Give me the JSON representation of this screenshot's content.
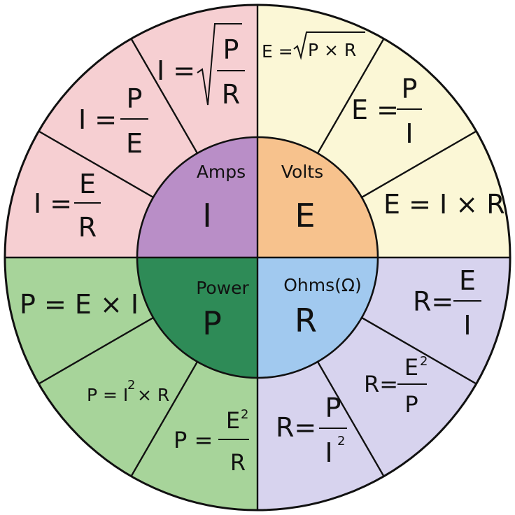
{
  "colors": {
    "amps_outer": "#f6cfd2",
    "volts_outer": "#fbf7d6",
    "power_outer": "#a7d49a",
    "ohms_outer": "#d7d3ee",
    "amps_inner": "#b98ec7",
    "volts_inner": "#f7c28d",
    "power_inner": "#2e8b57",
    "ohms_inner": "#a1c9ef"
  },
  "quadrants": {
    "amps": {
      "label": "Amps",
      "symbol": "I"
    },
    "volts": {
      "label": "Volts",
      "symbol": "E"
    },
    "power": {
      "label": "Power",
      "symbol": "P"
    },
    "ohms": {
      "label": "Ohms(Ω)",
      "symbol": "R"
    }
  },
  "formulas": {
    "i_sqrt": {
      "lhs": "I =",
      "num": "P",
      "den": "R"
    },
    "i_pe": {
      "lhs": "I =",
      "num": "P",
      "den": "E"
    },
    "i_er": {
      "lhs": "I =",
      "num": "E",
      "den": "R"
    },
    "e_sqrt": {
      "lhs": "E =",
      "radicand": "P × R"
    },
    "e_pi": {
      "lhs": "E =",
      "num": "P",
      "den": "I"
    },
    "e_ir": {
      "text": "E = I × R"
    },
    "p_ei": {
      "text": "P = E × I"
    },
    "p_i2r": {
      "lhs": "P = I",
      "exp": "2",
      "rest": "× R"
    },
    "p_e2r": {
      "lhs": "P =",
      "num": "E",
      "num_exp": "2",
      "den": "R"
    },
    "r_ei": {
      "lhs": "R=",
      "num": "E",
      "den": "I"
    },
    "r_e2p": {
      "lhs": "R=",
      "num": "E",
      "num_exp": "2",
      "den": "P"
    },
    "r_pi2": {
      "lhs": "R=",
      "num": "P",
      "den": "I",
      "den_exp": "2"
    }
  }
}
